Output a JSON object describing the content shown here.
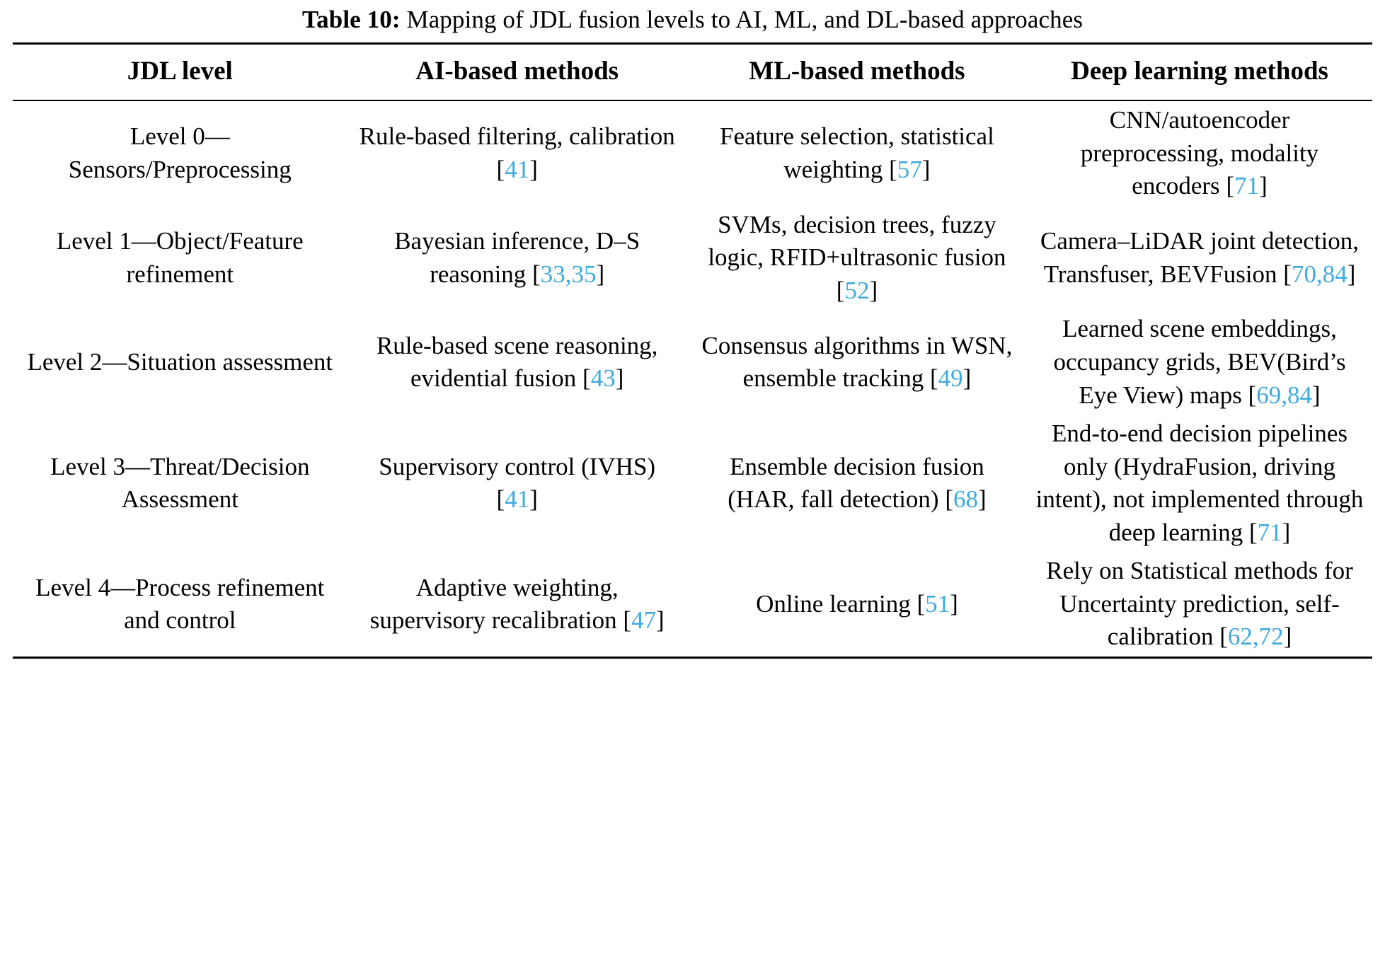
{
  "caption": {
    "label": "Table 10:",
    "text": " Mapping of JDL fusion levels to AI, ML, and DL-based approaches"
  },
  "colors": {
    "citation": "#3FAADF",
    "text": "#000000",
    "background": "#FFFFFF"
  },
  "table": {
    "headers": [
      "JDL level",
      "AI-based methods",
      "ML-based methods",
      "Deep learning methods"
    ],
    "rows": [
      {
        "jdl_level": "Level 0—Sensors/Preprocessing",
        "ai_methods": "Rule-based filtering, calibration [41]",
        "ai_citations": "41",
        "ml_methods": "Feature selection, statistical weighting [57]",
        "ml_citations": "57",
        "dl_methods": "CNN/autoencoder preprocessing, modality encoders [71]",
        "dl_citations": "71"
      },
      {
        "jdl_level": "Level 1—Object/Feature refinement",
        "ai_methods": "Bayesian inference, D–S reasoning [33,35]",
        "ai_citations": "33,35",
        "ml_methods": "SVMs, decision trees, fuzzy logic, RFID+ultrasonic fusion [52]",
        "ml_citations": "52",
        "dl_methods": "Camera–LiDAR joint detection, Transfuser, BEVFusion [70,84]",
        "dl_citations": "70,84"
      },
      {
        "jdl_level": "Level 2—Situation assessment",
        "ai_methods": "Rule-based scene reasoning, evidential fusion [43]",
        "ai_citations": "43",
        "ml_methods": "Consensus algorithms in WSN, ensemble tracking [49]",
        "ml_citations": "49",
        "dl_methods": "Learned scene embeddings, occupancy grids, BEV(Bird’s Eye View) maps [69,84]",
        "dl_citations": "69,84"
      },
      {
        "jdl_level": "Level 3—Threat/Decision Assessment",
        "ai_methods": "Supervisory control (IVHS) [41]",
        "ai_citations": "41",
        "ml_methods": "Ensemble decision fusion (HAR, fall detection) [68]",
        "ml_citations": "68",
        "dl_methods": "End-to-end decision pipelines only (HydraFusion, driving intent), not implemented through deep learning [71]",
        "dl_citations": "71"
      },
      {
        "jdl_level": "Level 4—Process refinement and control",
        "ai_methods": "Adaptive weighting, supervisory recalibration [47]",
        "ai_citations": "47",
        "ml_methods": "Online learning [51]",
        "ml_citations": "51",
        "dl_methods": "Rely on Statistical methods for Uncertainty prediction, self-calibration [62,72]",
        "dl_citations": "62,72"
      }
    ]
  }
}
